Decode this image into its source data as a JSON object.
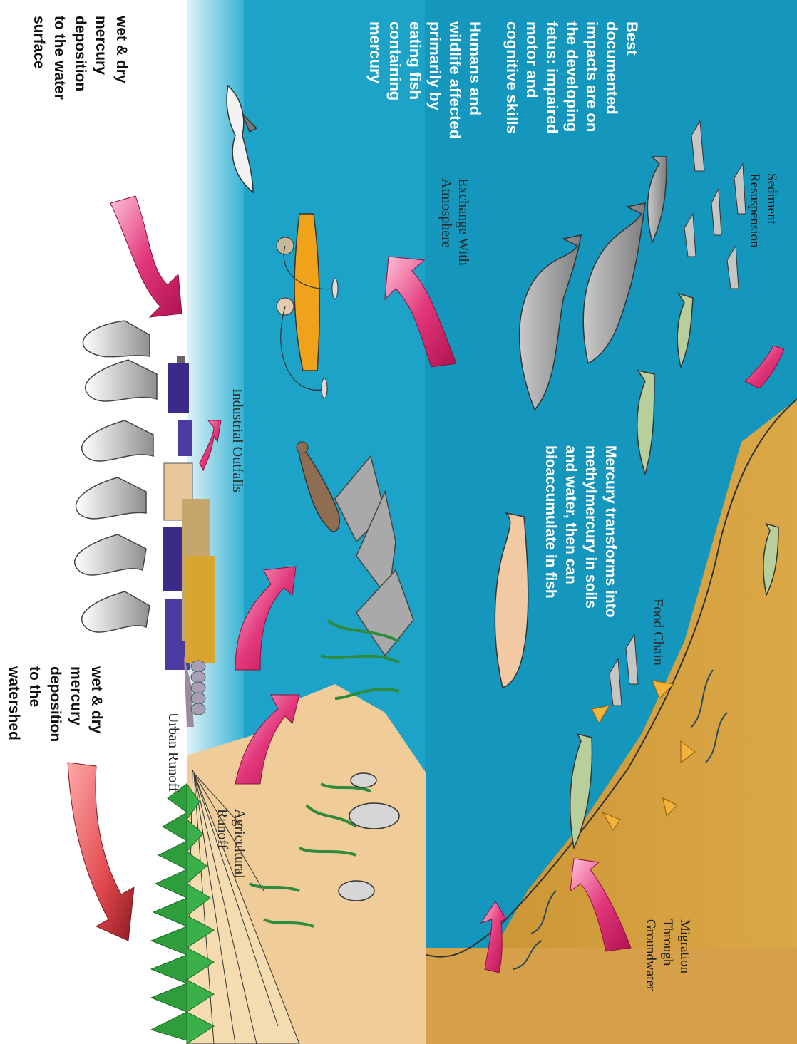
{
  "labels": {
    "watershed_deposition": "wet & dry\nmercury\ndeposition\nto the\nwatershed",
    "water_surface_deposition": "wet & dry\nmercury\ndeposition\nto the water\nsurface",
    "humans_wildlife": "Humans and\nwildlife affected\nprimarily by\neating fish\ncontaining\nmercury",
    "fetus_impacts": "Best\ndocumented\nimpacts are on\nthe developing\nfetus: impaired\nmotor and\ncognitive skills",
    "methylmercury": "Mercury transforms into\nmethylmercury in soils\nand water, then can\nbioaccumulate in fish",
    "urban_runoff": "Urban Runoff",
    "agricultural_runoff": "Agricultural\nRunoff",
    "industrial_outfalls": "Industrial Outfalls",
    "exchange_atmosphere": "Exchange With\nAtmosphere",
    "food_chain": "Food Chain",
    "sediment_resuspension": "Sediment Resuspension",
    "migration_groundwater": "Migration\nThrough\nGroundwater"
  },
  "colors": {
    "water": "#1496bd",
    "sky_water": "#36afd0",
    "sediment": "#d09a3c",
    "sand": "#f0cc99",
    "arrow_magenta": "#d8226a",
    "arrow_red": "#e0474f",
    "fish_gray": "#a3a3a3",
    "boat": "#f1a21b",
    "trees": "#2e9e3c",
    "building_purple": "#3b2a88"
  }
}
